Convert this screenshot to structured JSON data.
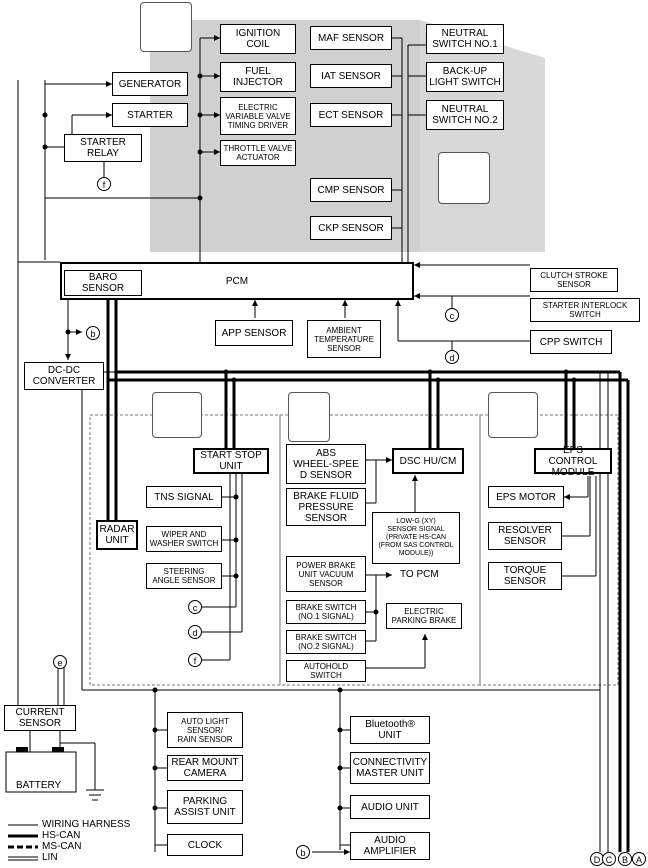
{
  "engine_area": {
    "ignition_coil": "IGNITION\nCOIL",
    "fuel_injector": "FUEL\nINJECTOR",
    "evvt_driver": "ELECTRIC\nVARIABLE VALVE\nTIMING DRIVER",
    "throttle_actuator": "THROTTLE VALVE\nACTUATOR",
    "maf_sensor": "MAF SENSOR",
    "iat_sensor": "IAT SENSOR",
    "ect_sensor": "ECT SENSOR",
    "cmp_sensor": "CMP SENSOR",
    "ckp_sensor": "CKP SENSOR",
    "neutral_switch_1": "NEUTRAL\nSWITCH NO.1",
    "backup_light_switch": "BACK-UP\nLIGHT SWITCH",
    "neutral_switch_2": "NEUTRAL\nSWITCH NO.2"
  },
  "charging": {
    "generator": "GENERATOR",
    "starter": "STARTER",
    "starter_relay": "STARTER\nRELAY",
    "dcdc_converter": "DC-DC\nCONVERTER",
    "current_sensor": "CURRENT\nSENSOR",
    "battery": "BATTERY"
  },
  "pcm_area": {
    "pcm": "PCM",
    "baro_sensor": "BARO SENSOR",
    "app_sensor": "APP SENSOR",
    "ambient_temp_sensor": "AMBIENT\nTEMPERATURE\nSENSOR",
    "clutch_stroke_sensor": "CLUTCH STROKE\nSENSOR",
    "starter_interlock_switch": "STARTER INTERLOCK\nSWITCH",
    "cpp_switch": "CPP SWITCH"
  },
  "body_area": {
    "radar_unit": "RADAR\nUNIT",
    "start_stop_unit": "START STOP\nUNIT",
    "tns_signal": "TNS SIGNAL",
    "wiper_washer_switch": "WIPER AND\nWASHER SWITCH",
    "steering_angle_sensor": "STEERING\nANGLE SENSOR"
  },
  "brake_area": {
    "abs_wheel_speed": "ABS\nWHEEL-SPEE\nD SENSOR",
    "brake_fluid_pressure": "BRAKE FLUID\nPRESSURE\nSENSOR",
    "dsc_hu_cm": "DSC HU/CM",
    "low_g_sensor": "LOW-G (XY)\nSENSOR SIGNAL\n(PRIVATE HS-CAN\n(FROM SAS CONTROL\nMODULE))",
    "power_brake_vacuum": "POWER BRAKE\nUNIT VACUUM\nSENSOR",
    "to_pcm": "TO PCM",
    "brake_switch_1": "BRAKE SWITCH\n(NO.1 SIGNAL)",
    "brake_switch_2": "BRAKE SWITCH\n(NO.2 SIGNAL)",
    "electric_parking_brake": "ELECTRIC\nPARKING BRAKE",
    "autohold_switch": "AUTOHOLD\nSWITCH"
  },
  "eps_area": {
    "eps_control_module": "EPS CONTROL\nMODULE",
    "eps_motor": "EPS MOTOR",
    "resolver_sensor": "RESOLVER\nSENSOR",
    "torque_sensor": "TORQUE\nSENSOR"
  },
  "ms_can_area": {
    "auto_light_sensor": "AUTO LIGHT\nSENSOR/\nRAIN SENSOR",
    "rear_mount_camera": "REAR MOUNT\nCAMERA",
    "parking_assist_unit": "PARKING\nASSIST UNIT",
    "clock": "CLOCK",
    "bluetooth_unit": "Bluetooth®\nUNIT",
    "connectivity_master_unit": "CONNECTIVITY\nMASTER UNIT",
    "audio_unit": "AUDIO UNIT",
    "audio_amplifier": "AUDIO\nAMPLIFIER"
  },
  "connectors": {
    "b": "b",
    "c": "c",
    "d": "d",
    "e": "e",
    "f": "f",
    "A": "A",
    "B": "B",
    "C": "C",
    "D": "D"
  },
  "legend": {
    "wiring_harness": "WIRING HARNESS",
    "hs_can": "HS-CAN",
    "ms_can": "MS-CAN",
    "lin": "LIN"
  }
}
